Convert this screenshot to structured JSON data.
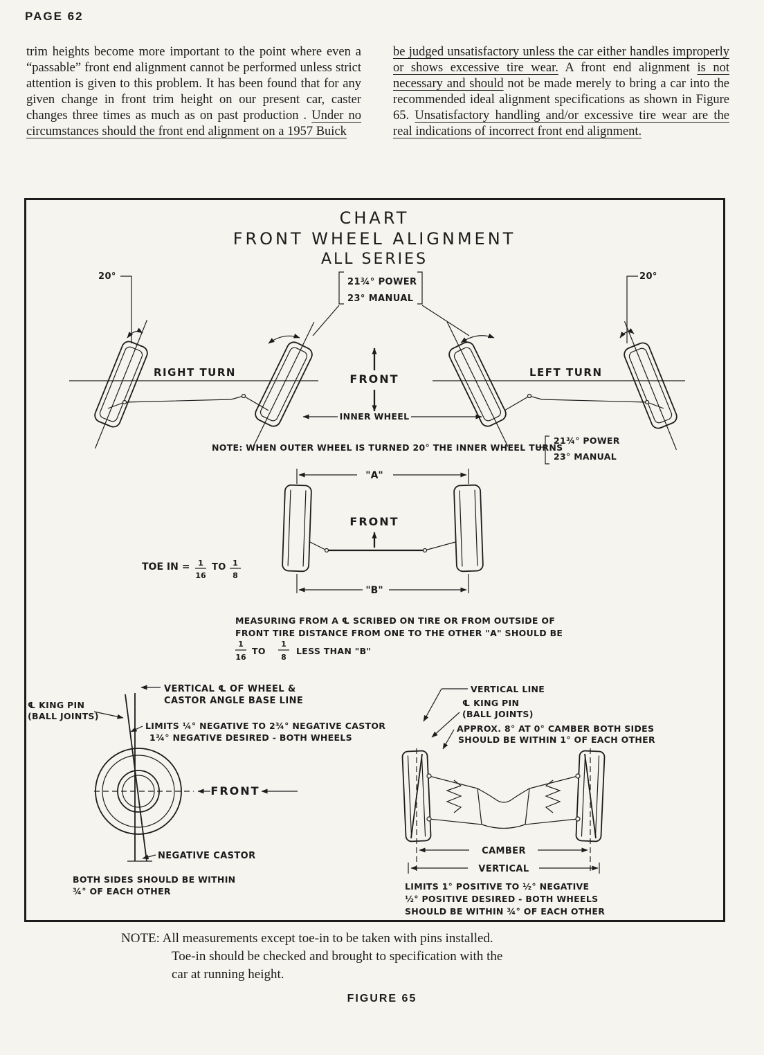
{
  "page": {
    "number": "PAGE 62",
    "figure_caption": "FIGURE 65"
  },
  "intro": {
    "left": {
      "normal": "trim heights become more important to the point where even a “passable” front end alignment cannot be performed unless strict attention is given to this problem. It has been found that for any given change in front trim height on our present car, caster changes three times as much as on past production . ",
      "underlined": "Under no circumstances should the front end alignment on a 1957 Buick"
    },
    "right": {
      "u1": "be judged unsatisfactory unless the car either handles improperly or shows excessive tire wear.",
      "n1": " A front end alignment ",
      "u2": "is not necessary and should",
      "n2": " not be made merely to bring a car into the recommended ideal alignment specifications as shown in Figure 65. ",
      "u3": "Unsatisfactory handling and/or excessive tire wear are the real indications of incorrect front end alignment."
    }
  },
  "chart": {
    "title1": "CHART",
    "title2": "FRONT WHEEL ALIGNMENT",
    "title3": "ALL SERIES",
    "turning": {
      "left_angle": "20°",
      "right_angle": "20°",
      "power": "21¾° POWER",
      "manual": "23° MANUAL",
      "right_turn": "RIGHT TURN",
      "left_turn": "LEFT TURN",
      "front": "FRONT",
      "inner_wheel": "INNER WHEEL",
      "note": "NOTE: WHEN OUTER WHEEL IS TURNED 20° THE INNER WHEEL TURNS",
      "note_power": "21¾° POWER",
      "note_manual": "23° MANUAL"
    },
    "toe": {
      "a_label": "\"A\"",
      "b_label": "\"B\"",
      "front": "FRONT",
      "toe_in": "TOE IN =",
      "to": "TO",
      "frac1_num": "1",
      "frac1_den": "16",
      "frac2_num": "1",
      "frac2_den": "8",
      "measuring1": "MEASURING FROM A ℄ SCRIBED ON TIRE OR FROM OUTSIDE OF",
      "measuring2": "FRONT TIRE DISTANCE FROM ONE TO THE OTHER \"A\" SHOULD BE",
      "measuring3": "LESS THAN \"B\""
    },
    "castor": {
      "baseline1": "VERTICAL ℄ OF WHEEL &",
      "baseline2": "CASTOR ANGLE BASE LINE",
      "kingpin1": "℄ KING PIN",
      "kingpin2": "(BALL JOINTS)",
      "limits1": "LIMITS ¼° NEGATIVE TO 2¾° NEGATIVE CASTOR",
      "limits2": "1¾° NEGATIVE DESIRED - BOTH WHEELS",
      "front": "FRONT",
      "negative_castor": "NEGATIVE CASTOR",
      "within1": "BOTH SIDES SHOULD BE WITHIN",
      "within2": "¾° OF EACH OTHER"
    },
    "camber": {
      "vertical_line": "VERTICAL LINE",
      "kingpin1": "℄ KING PIN",
      "kingpin2": "(BALL JOINTS)",
      "approx1": "APPROX. 8° AT 0° CAMBER BOTH SIDES",
      "approx2": "SHOULD BE WITHIN 1° OF EACH OTHER",
      "camber": "CAMBER",
      "vertical": "VERTICAL",
      "limits1": "LIMITS 1° POSITIVE TO ½° NEGATIVE",
      "limits2": "½° POSITIVE DESIRED - BOTH WHEELS",
      "limits3": "SHOULD BE WITHIN ¾° OF EACH OTHER"
    }
  },
  "footnote": {
    "line1": "NOTE: All measurements except toe-in to be taken with pins installed.",
    "line2": "Toe-in should be checked and brought to specification with the",
    "line3": "car at running height."
  }
}
